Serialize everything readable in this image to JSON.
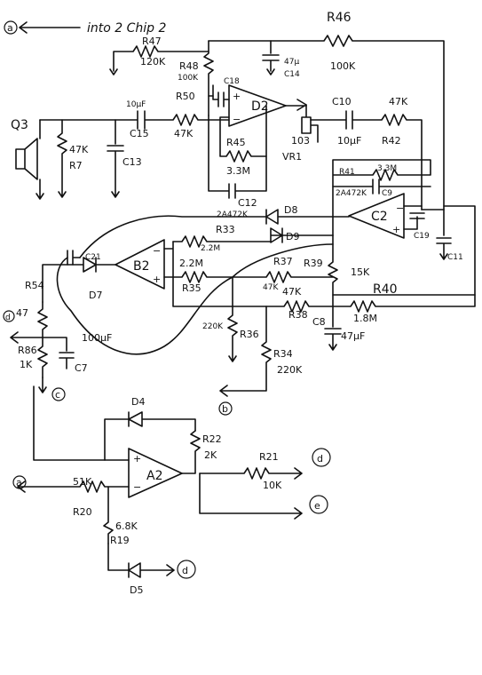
{
  "labels": {
    "title": "into 2 Chip 2",
    "r46": "R46",
    "r46_value": "100K",
    "r47": "R47",
    "r47_value": "120K",
    "r48": "R48",
    "r48_value": "100K",
    "c14_value": "47µ",
    "c14": "C14",
    "c18": "C18",
    "d2": "D2",
    "c10": "C10",
    "c10_value": "10µF",
    "r42_value": "47K",
    "r42": "R42",
    "q3": "Q3",
    "c15_value": "10µF",
    "c15": "C15",
    "r50": "R50",
    "r50_value": "47K",
    "r7_value": "47K",
    "r7": "R7",
    "c13": "C13",
    "r45": "R45",
    "r45_value": "3.3M",
    "vr1_value": "103",
    "vr1": "VR1",
    "c12": "C12",
    "c12_value": "2A472K",
    "r41": "R41",
    "r41_value": "3.3M",
    "c9_value": "2A472K",
    "c9": "C9",
    "d8": "D8",
    "d9": "D9",
    "r33": "R33",
    "r33_value": "2.2M",
    "c2": "C2",
    "c19": "C19",
    "c11": "C11",
    "c21": "C21",
    "b2": "B2",
    "r35_value": "2.2M",
    "r35": "R35",
    "d7": "D7",
    "r37": "R37",
    "r39": "R39",
    "r39_value": "15K",
    "r37_value": "47K",
    "r40": "R40",
    "r38": "R38",
    "r38_value": "47K",
    "r40_value": "1.8M",
    "c8": "C8",
    "c8_value": "47µF",
    "r54": "R54",
    "r54_value": "47",
    "r36_value": "220K",
    "r36": "R36",
    "r86": "R86",
    "r86_value": "1K",
    "c7_value": "100µF",
    "c7": "C7",
    "r34": "R34",
    "r34_value": "220K",
    "d4": "D4",
    "r22": "R22",
    "r22_value": "2K",
    "r21": "R21",
    "r21_value": "10K",
    "a2": "A2",
    "r20_value": "51K",
    "r20": "R20",
    "r19_value": "6.8K",
    "r19": "R19",
    "d5": "D5",
    "node_a": "a",
    "node_b": "b",
    "node_c": "c",
    "node_d": "d",
    "node_e": "e",
    "plus": "+",
    "minus": "−"
  }
}
